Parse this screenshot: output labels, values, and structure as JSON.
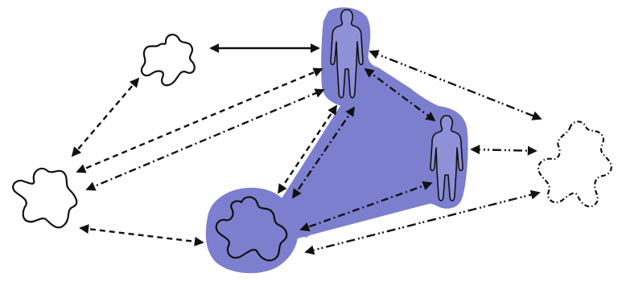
{
  "diagram": {
    "colors": {
      "highlight": "#7c7fce",
      "stroke": "#111111",
      "background": "#ffffff"
    },
    "nodes": [
      {
        "id": "person-top",
        "type": "person-icon",
        "highlighted": true
      },
      {
        "id": "person-right",
        "type": "person-icon",
        "highlighted": true
      },
      {
        "id": "shape-bottom-center",
        "type": "wavy-blob-icon",
        "highlighted": true
      },
      {
        "id": "shape-top-left",
        "type": "wavy-blob-icon",
        "highlighted": false
      },
      {
        "id": "shape-left",
        "type": "wavy-blob-icon",
        "highlighted": false
      },
      {
        "id": "shape-right",
        "type": "wavy-blob-icon",
        "highlighted": false,
        "outline": "dash-dot"
      }
    ],
    "edges": [
      {
        "from": "shape-top-left",
        "to": "person-top",
        "style": "solid"
      },
      {
        "from": "shape-top-left",
        "to": "shape-left",
        "style": "dashed"
      },
      {
        "from": "shape-left",
        "to": "person-top",
        "style": "dashed"
      },
      {
        "from": "shape-left",
        "to": "person-top",
        "style": "dash-dot"
      },
      {
        "from": "shape-left",
        "to": "shape-bottom-center",
        "style": "dashed"
      },
      {
        "from": "person-top",
        "to": "person-right",
        "style": "dash-dot"
      },
      {
        "from": "person-top",
        "to": "shape-bottom-center",
        "style": "dashed"
      },
      {
        "from": "person-top",
        "to": "shape-bottom-center",
        "style": "dash-dot"
      },
      {
        "from": "person-top",
        "to": "shape-right",
        "style": "dash-dot-dot"
      },
      {
        "from": "person-right",
        "to": "shape-bottom-center",
        "style": "dash-dot"
      },
      {
        "from": "person-right",
        "to": "shape-right",
        "style": "dash-dot-dot"
      },
      {
        "from": "shape-bottom-center",
        "to": "shape-right",
        "style": "dash-dot-dot"
      }
    ]
  }
}
